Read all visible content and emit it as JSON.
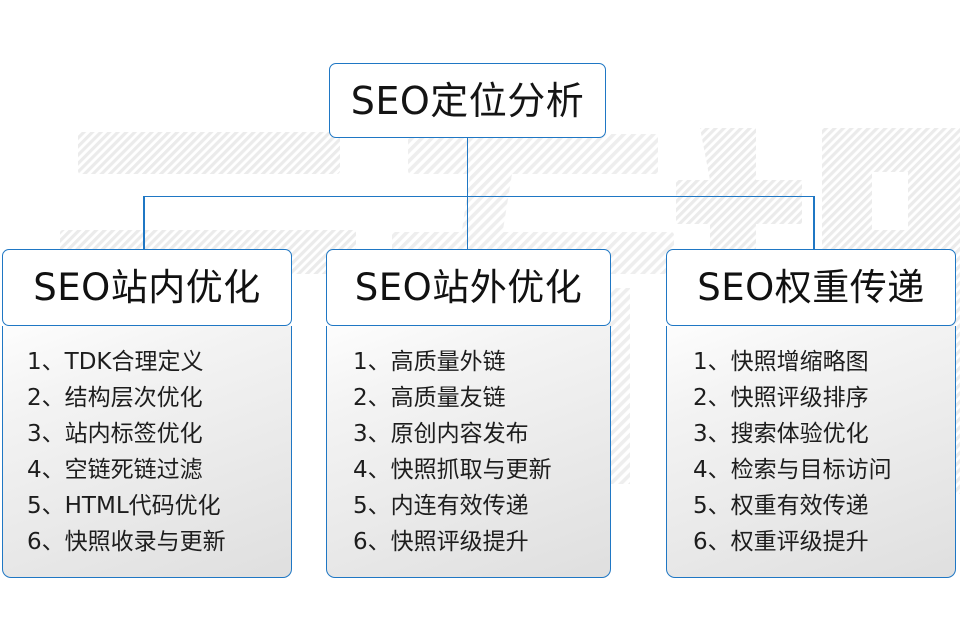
{
  "diagram": {
    "title": "SEO定位分析",
    "accent_color": "#1f77c4",
    "text_color": "#141414",
    "background_color": "#ffffff",
    "watermark_text": "云无限",
    "root": {
      "label": "SEO定位分析"
    },
    "columns": [
      {
        "header": "SEO站内优化",
        "items": [
          {
            "index": "1、",
            "label": "TDK合理定义"
          },
          {
            "index": "2、",
            "label": "结构层次优化"
          },
          {
            "index": "3、",
            "label": "站内标签优化"
          },
          {
            "index": "4、",
            "label": "空链死链过滤"
          },
          {
            "index": "5、",
            "label": "HTML代码优化"
          },
          {
            "index": "6、",
            "label": "快照收录与更新"
          }
        ]
      },
      {
        "header": "SEO站外优化",
        "items": [
          {
            "index": "1、",
            "label": "高质量外链"
          },
          {
            "index": "2、",
            "label": "高质量友链"
          },
          {
            "index": "3、",
            "label": "原创内容发布"
          },
          {
            "index": "4、",
            "label": "快照抓取与更新"
          },
          {
            "index": "5、",
            "label": "内连有效传递"
          },
          {
            "index": "6、",
            "label": "快照评级提升"
          }
        ]
      },
      {
        "header": "SEO权重传递",
        "items": [
          {
            "index": "1、",
            "label": "快照增缩略图"
          },
          {
            "index": "2、",
            "label": "快照评级排序"
          },
          {
            "index": "3、",
            "label": "搜索体验优化"
          },
          {
            "index": "4、",
            "label": "检索与目标访问"
          },
          {
            "index": "5、",
            "label": "权重有效传递"
          },
          {
            "index": "6、",
            "label": "权重评级提升"
          }
        ]
      }
    ]
  }
}
